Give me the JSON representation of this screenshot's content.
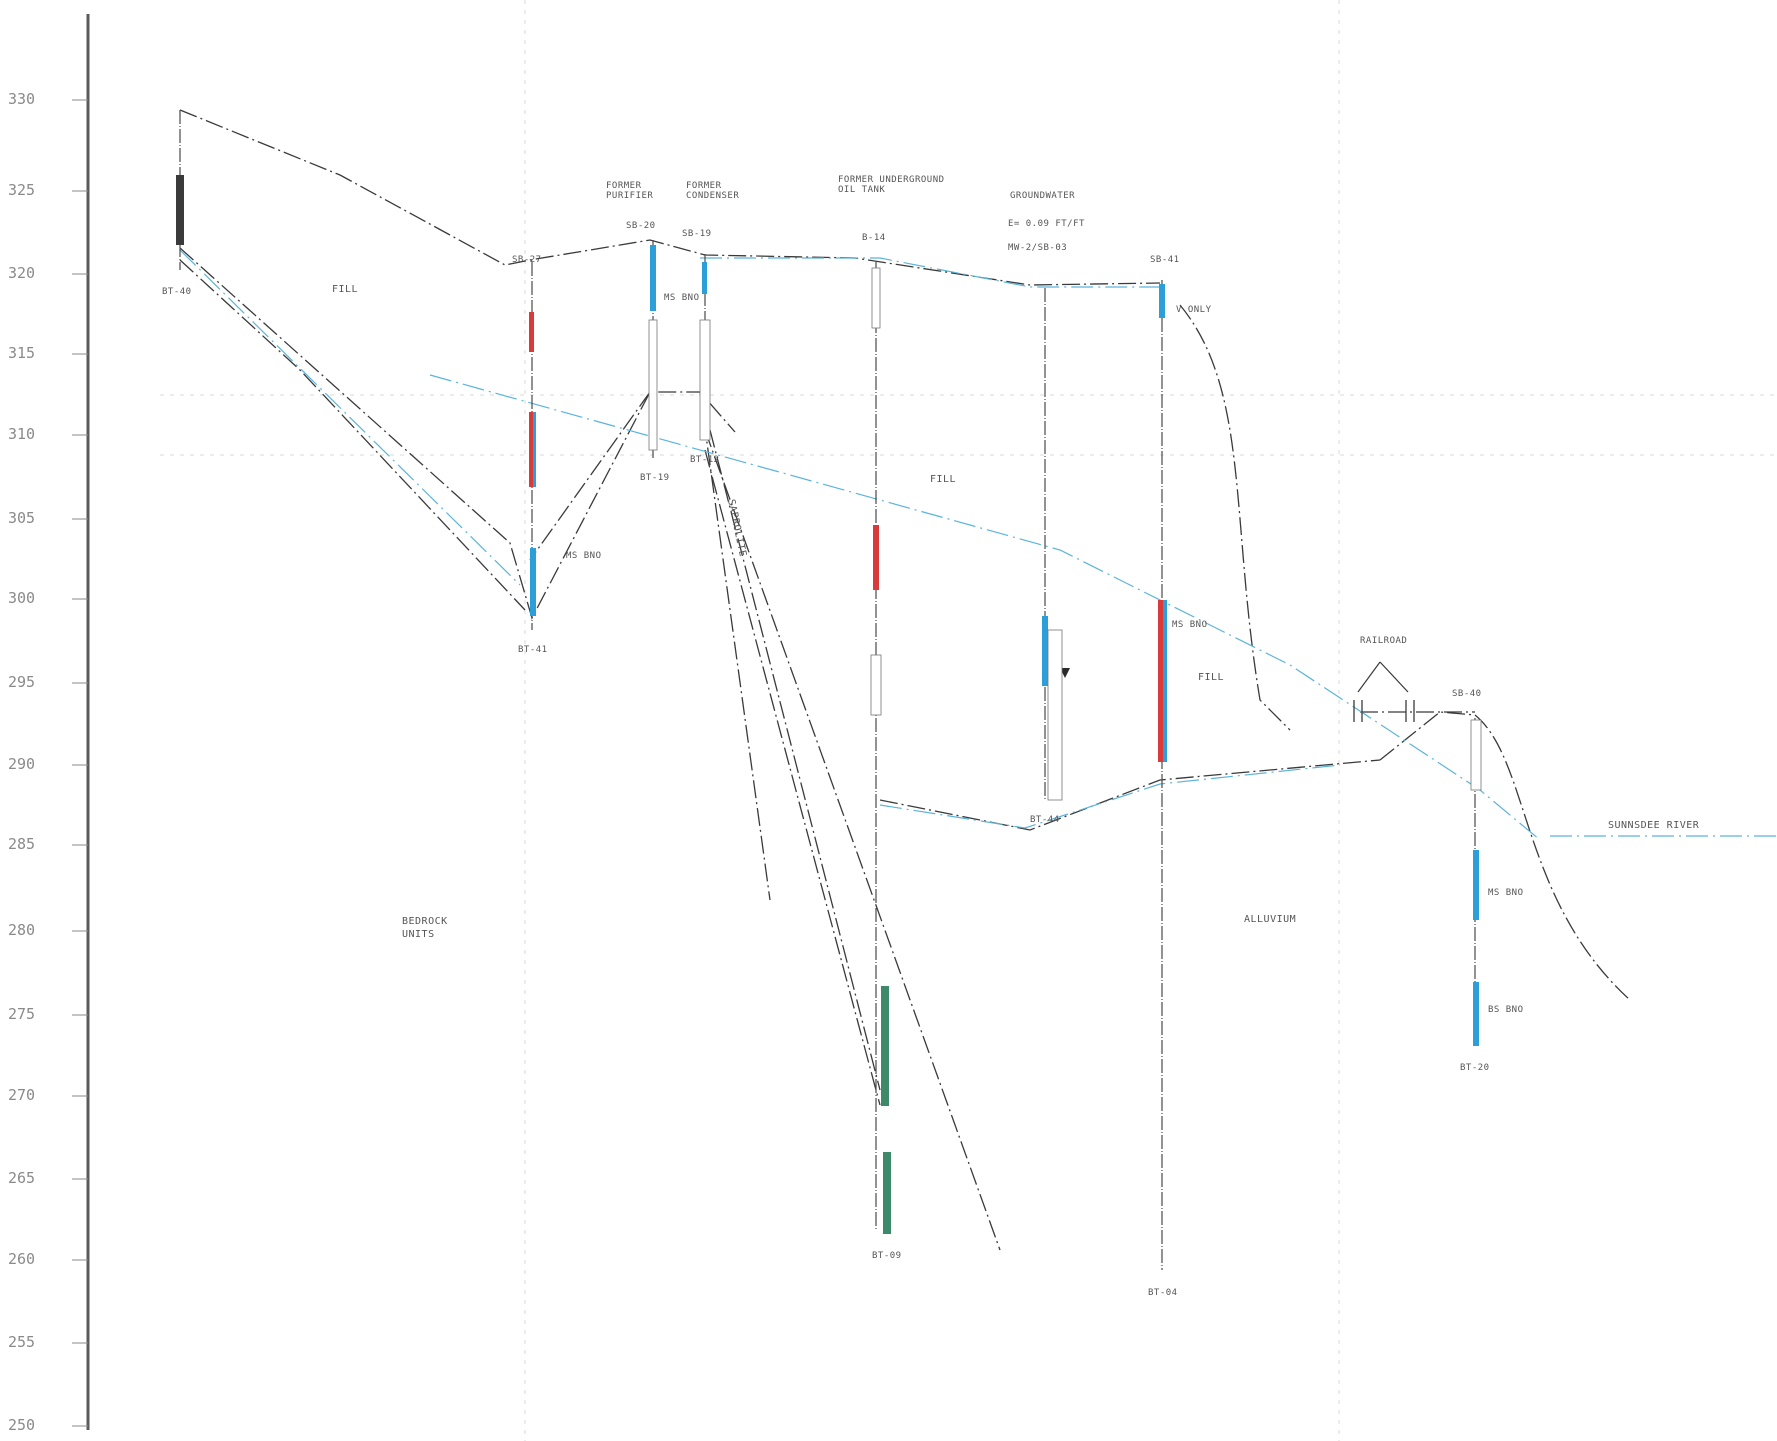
{
  "colors": {
    "water_table": "#5ab4dd",
    "screen_blue": "#2c9fd8",
    "screen_red": "#d93a3a",
    "screen_teal": "#3d8a6a",
    "boring_line": "#4a4a4a",
    "contact_line": "#3a3a3a",
    "tick_text": "#8a8a8a"
  },
  "elevation_axis": {
    "ticks": [
      "330",
      "325",
      "320",
      "315",
      "310",
      "305",
      "300",
      "295",
      "290",
      "285",
      "280",
      "275",
      "270",
      "265",
      "260",
      "255",
      "250"
    ]
  },
  "unit_labels": {
    "fill_left": "FILL",
    "fill_middle": "FILL",
    "fill_right": "FILL",
    "bedrock": [
      "BEDROCK",
      "UNITS"
    ],
    "alluvium": "ALLUVIUM",
    "saprolite": "SAPROLITE",
    "river": "SUNNSDEE RIVER"
  },
  "feature_labels": {
    "former_purifier": [
      "FORMER",
      "PURIFIER"
    ],
    "former_condenser": [
      "FORMER",
      "CONDENSER"
    ],
    "former_oil_tank": [
      "FORMER UNDERGROUND",
      "OIL TANK"
    ],
    "groundwater": [
      "GROUNDWATER",
      "E=  0.09 FT/FT",
      "MW-2/SB-03"
    ],
    "railroad": "RAILROAD"
  },
  "borings": [
    {
      "id": "bh-a",
      "top_label": "",
      "bottom_label": "BT-40"
    },
    {
      "id": "bh-b",
      "top_label": "SB-27",
      "bottom_label": "BT-41",
      "note": "MS BNO"
    },
    {
      "id": "bh-c",
      "top_label": "SB-20",
      "bottom_label": "BT-19",
      "note": "MS BNO"
    },
    {
      "id": "bh-d",
      "top_label": "SB-19",
      "bottom_label": "BT-12"
    },
    {
      "id": "bh-e",
      "top_label": "B-14",
      "bottom_label": "BT-09"
    },
    {
      "id": "bh-f",
      "top_label": "",
      "bottom_label": "BT-44"
    },
    {
      "id": "bh-g",
      "top_label": "SB-41",
      "bottom_label": "BT-04",
      "note": "V ONLY",
      "note_2": "MS BNO"
    },
    {
      "id": "bh-h",
      "top_label": "SB-40",
      "bottom_label": "BT-20",
      "note": "MS BNO",
      "note_2": "BS BNO"
    }
  ],
  "legend_symbols": [
    "water-table-symbol"
  ]
}
